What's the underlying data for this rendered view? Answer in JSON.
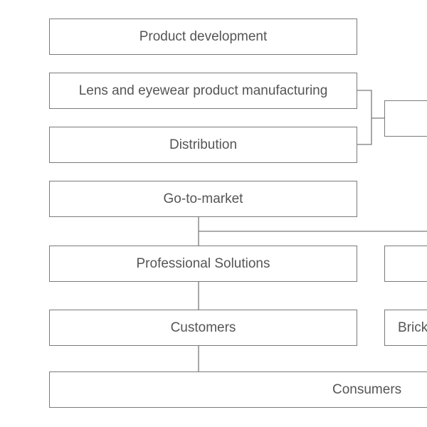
{
  "diagram": {
    "nodes": {
      "product_development": "Product development",
      "lens_manufacturing": "Lens and eyewear product manufacturing",
      "distribution": "Distribution",
      "go_to_market": "Go-to-market",
      "professional_solutions": "Professional Solutions",
      "customers": "Customers",
      "consumers": "Consumers",
      "right_box_top": "",
      "right_box_middle": "",
      "right_box_bottom": "Brick"
    },
    "colors": {
      "border": "#7a7a7a",
      "text": "#555555",
      "background": "#ffffff"
    }
  }
}
